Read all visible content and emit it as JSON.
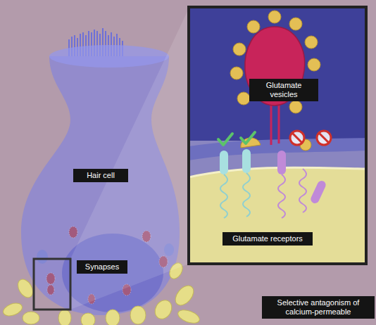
{
  "diagram": {
    "nodes": [
      {
        "text": [
          "Hair cell"
        ]
      },
      {
        "text": [
          "Synapses"
        ]
      },
      {
        "text": [
          "Glutamate vesicles"
        ]
      },
      {
        "text": [
          "Glutamate receptors"
        ]
      },
      {
        "text": [
          "Selective antagonism of calcium-permeable"
        ]
      }
    ]
  }
}
